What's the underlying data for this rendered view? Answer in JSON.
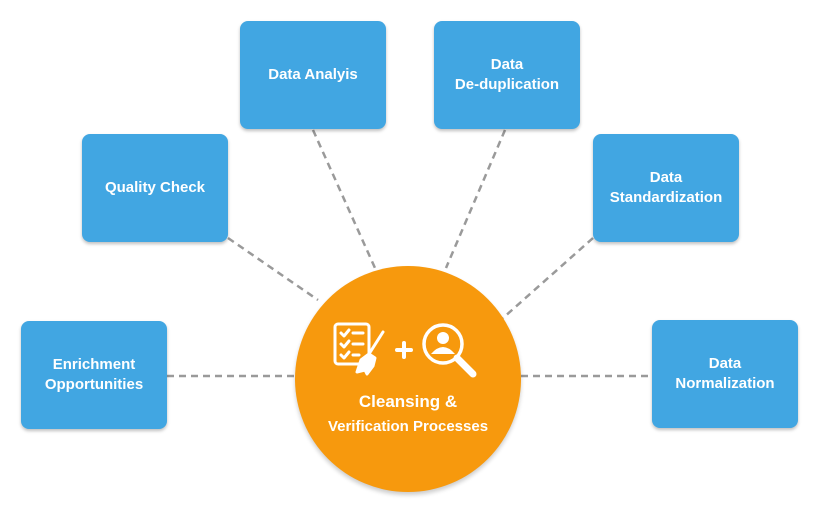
{
  "center": {
    "line1": "Cleansing &",
    "line2": "Verification Processes",
    "icons": [
      "checklist-brush-icon",
      "plus-icon",
      "user-search-icon"
    ]
  },
  "nodes": {
    "quality_check": [
      "Quality Check"
    ],
    "data_analysis": [
      "Data Analyis"
    ],
    "deduplication": [
      "Data",
      "De-duplication"
    ],
    "standardization": [
      "Data",
      "Standardization"
    ],
    "enrichment": [
      "Enrichment",
      "Opportunities"
    ],
    "normalization": [
      "Data",
      "Normalization"
    ]
  },
  "colors": {
    "node_fill": "#41a6e2",
    "center_fill": "#f7990d",
    "connector": "#9a9a9a"
  }
}
